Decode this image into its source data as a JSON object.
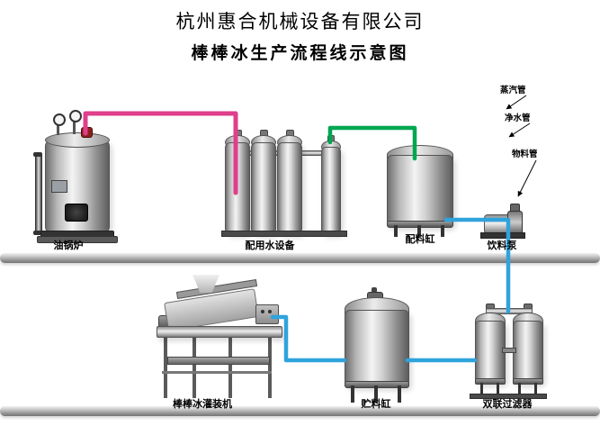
{
  "header": {
    "company": "杭州惠合机械设备有限公司",
    "title": "棒棒冰生产流程线示意图"
  },
  "pipes": {
    "steam": {
      "label": "蒸汽管",
      "color": "#df3f8d"
    },
    "clean_water": {
      "label": "净水管",
      "color": "#00a651"
    },
    "material": {
      "label": "物料管",
      "color": "#2fa3dc"
    }
  },
  "equipment": {
    "boiler": {
      "label": "油锅炉"
    },
    "water_treatment": {
      "label": "配用水设备"
    },
    "mixing_tank": {
      "label": "配料缸"
    },
    "beverage_pump": {
      "label": "饮料泵"
    },
    "filling_machine": {
      "label": "棒棒冰灌装机"
    },
    "storage_tank": {
      "label": "贮料缸"
    },
    "duplex_filter": {
      "label": "双联过滤器"
    }
  }
}
